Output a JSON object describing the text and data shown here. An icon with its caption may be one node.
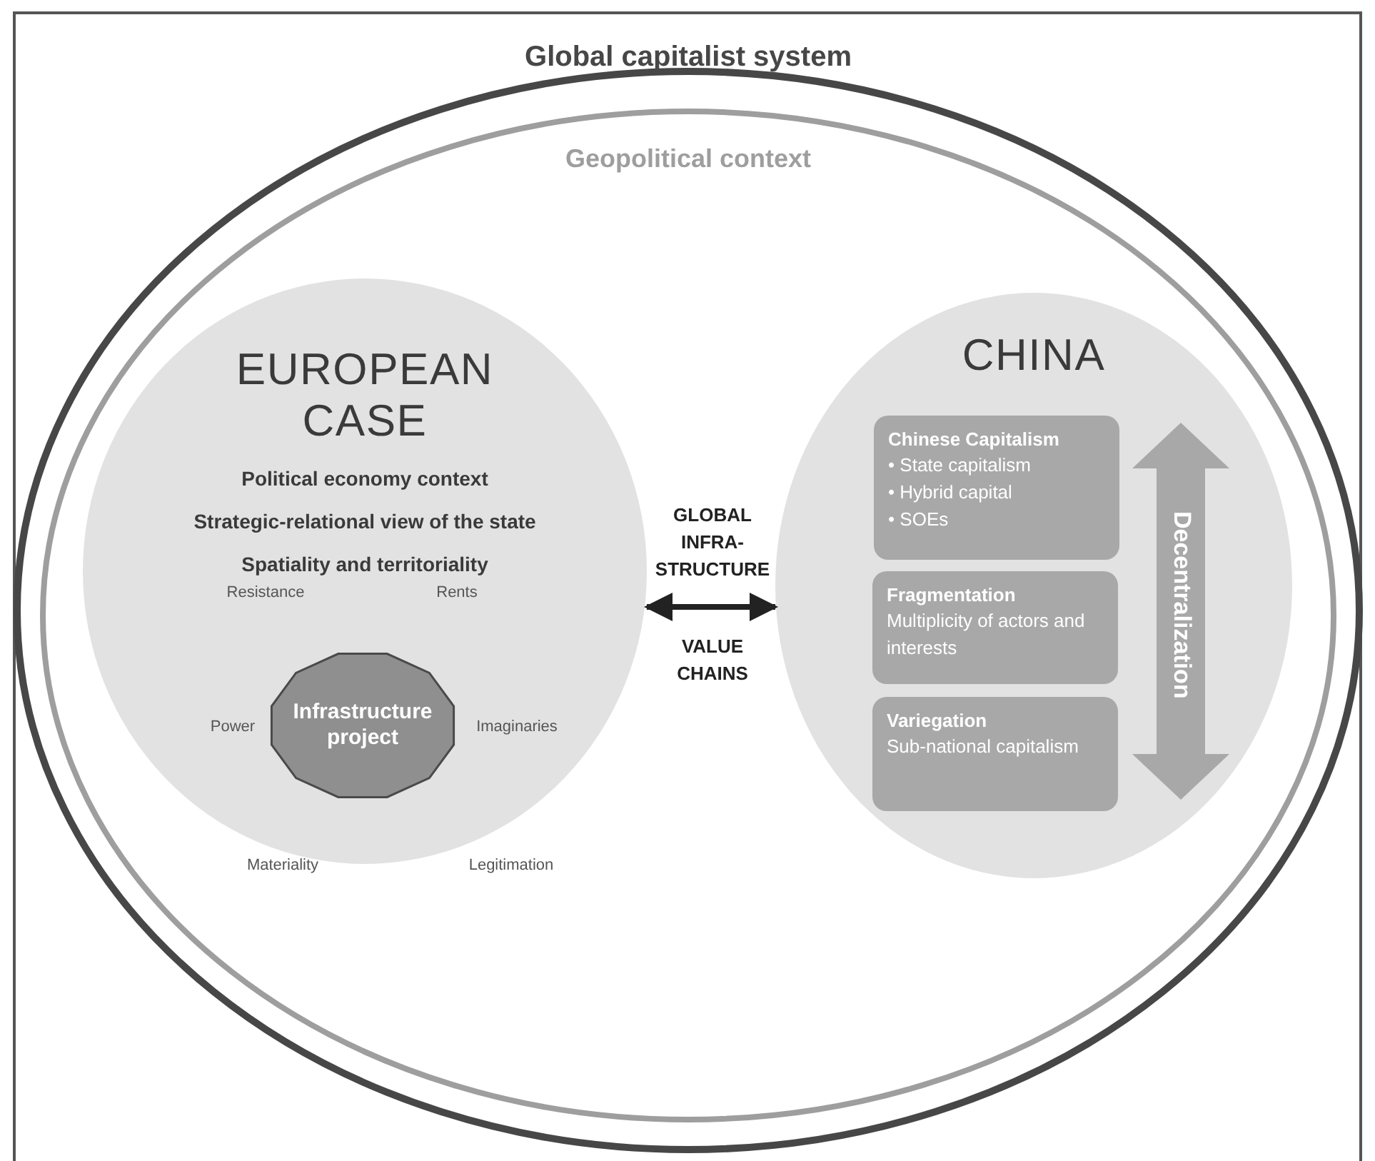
{
  "diagram": {
    "nodes": [
      {
        "text": [
          "Global capitalist system"
        ]
      },
      {
        "text": [
          "Geopolitical context"
        ],
        "in": 0
      },
      {
        "text": [
          "EUROPEAN CASE",
          "Political economy context",
          "Strategic-relational view of the state",
          "Spatiality and territoriality"
        ],
        "in": 1
      },
      {
        "text": [
          "Infrastructure project"
        ],
        "in": 2
      },
      {
        "text": [
          "CHINA"
        ],
        "in": 1
      },
      {
        "text": [
          "Chinese Capitalism",
          "• State capitalism",
          "• Hybrid capital",
          "• SOEs"
        ],
        "in": 4
      },
      {
        "text": [
          "Fragmentation",
          "Multiplicity of actors and interests"
        ],
        "in": 4
      },
      {
        "text": [
          "Variegation",
          "Sub-national capitalism"
        ],
        "in": 4
      }
    ],
    "edges": [
      {
        "from": 2,
        "to": 4,
        "arrow": "both"
      }
    ],
    "labels": [
      "Resistance",
      "Rents",
      "Power",
      "Imaginaries",
      "Materiality",
      "Legitimation",
      "GLOBAL INFRA- STRUCTURE",
      "VALUE CHAINS",
      "Decentralization"
    ]
  }
}
